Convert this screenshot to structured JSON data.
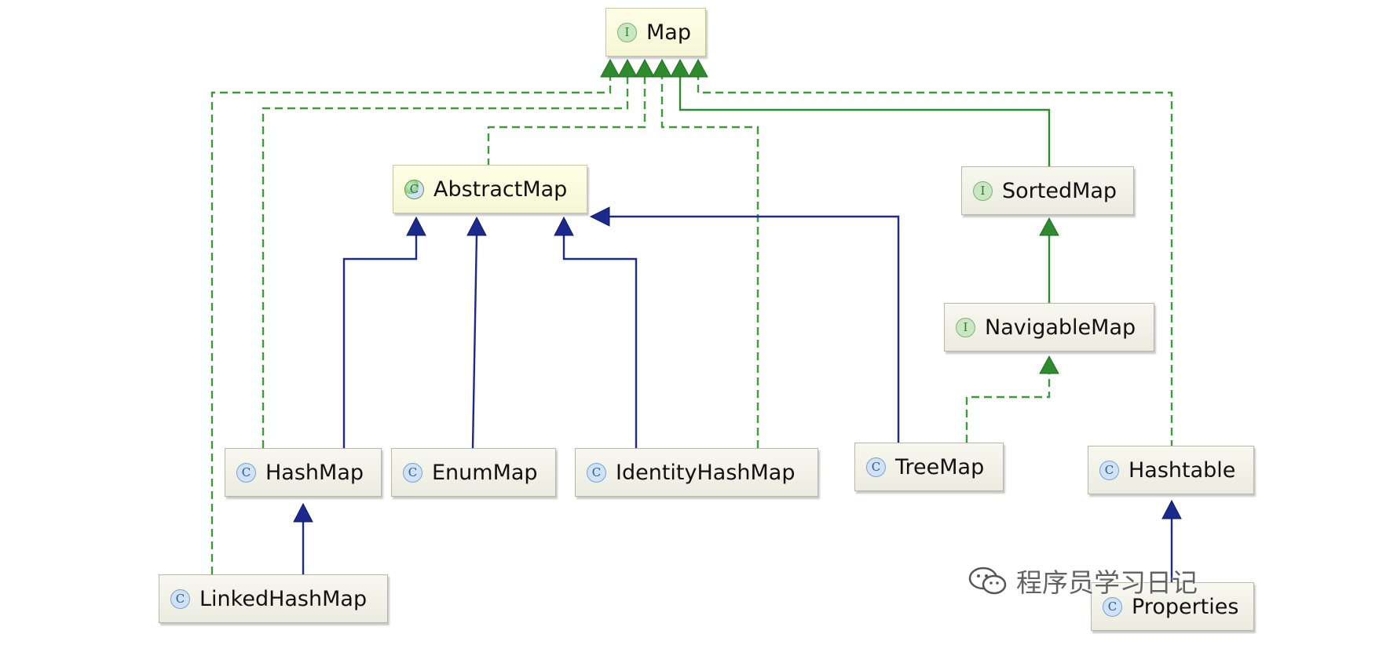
{
  "nodes": {
    "map": {
      "label": "Map",
      "kind": "interface"
    },
    "abstract_map": {
      "label": "AbstractMap",
      "kind": "abstract class"
    },
    "sorted_map": {
      "label": "SortedMap",
      "kind": "interface"
    },
    "navigable_map": {
      "label": "NavigableMap",
      "kind": "interface"
    },
    "hash_map": {
      "label": "HashMap",
      "kind": "class"
    },
    "enum_map": {
      "label": "EnumMap",
      "kind": "class"
    },
    "identity_hash_map": {
      "label": "IdentityHashMap",
      "kind": "class"
    },
    "tree_map": {
      "label": "TreeMap",
      "kind": "class"
    },
    "hashtable": {
      "label": "Hashtable",
      "kind": "class"
    },
    "linked_hash_map": {
      "label": "LinkedHashMap",
      "kind": "class"
    },
    "properties": {
      "label": "Properties",
      "kind": "class"
    }
  },
  "icons": {
    "interface": "I",
    "class": "C",
    "abstract": "C"
  },
  "edges": {
    "implements": [
      {
        "from": "linked_hash_map",
        "to": "map"
      },
      {
        "from": "hash_map",
        "to": "map"
      },
      {
        "from": "abstract_map",
        "to": "map"
      },
      {
        "from": "identity_hash_map",
        "to": "map"
      },
      {
        "from": "hashtable",
        "to": "map"
      },
      {
        "from": "tree_map",
        "to": "navigable_map"
      }
    ],
    "extends_interface": [
      {
        "from": "sorted_map",
        "to": "map"
      },
      {
        "from": "navigable_map",
        "to": "sorted_map"
      }
    ],
    "extends_class": [
      {
        "from": "hash_map",
        "to": "abstract_map"
      },
      {
        "from": "enum_map",
        "to": "abstract_map"
      },
      {
        "from": "identity_hash_map",
        "to": "abstract_map"
      },
      {
        "from": "tree_map",
        "to": "abstract_map"
      },
      {
        "from": "linked_hash_map",
        "to": "hash_map"
      },
      {
        "from": "properties",
        "to": "hashtable"
      }
    ]
  },
  "colors": {
    "implements": "#3e9a3e",
    "extends_interface": "#2e8b2e",
    "extends_class": "#1b2a8c"
  },
  "watermark": "程序员学习日记"
}
